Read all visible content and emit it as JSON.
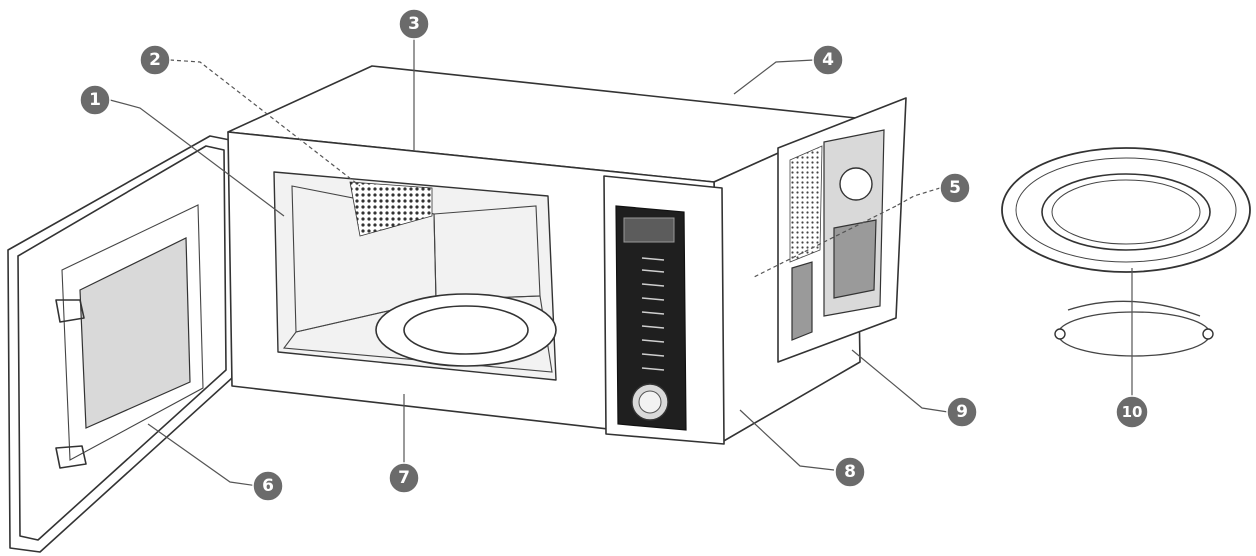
{
  "callouts": [
    {
      "id": "1",
      "label": "1"
    },
    {
      "id": "2",
      "label": "2"
    },
    {
      "id": "3",
      "label": "3"
    },
    {
      "id": "4",
      "label": "4"
    },
    {
      "id": "5",
      "label": "5"
    },
    {
      "id": "6",
      "label": "6"
    },
    {
      "id": "7",
      "label": "7"
    },
    {
      "id": "8",
      "label": "8"
    },
    {
      "id": "9",
      "label": "9"
    },
    {
      "id": "10",
      "label": "10"
    }
  ],
  "colors": {
    "callout_fill": "#6b6b6b",
    "line": "#333333",
    "panel_dark": "#1f1f1f"
  }
}
